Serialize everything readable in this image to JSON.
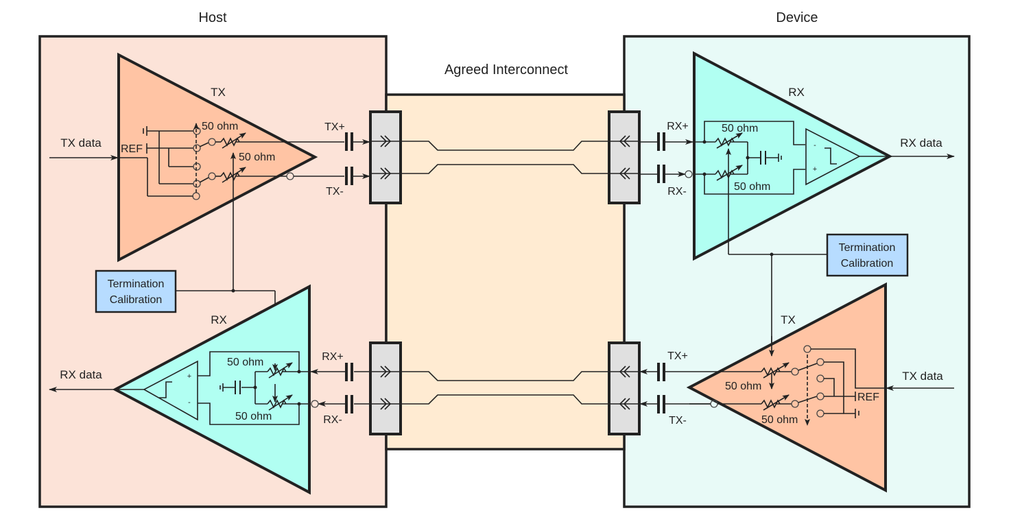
{
  "labels": {
    "host": "Host",
    "device": "Device",
    "interconnect": "Agreed Interconnect"
  },
  "host": {
    "tx": {
      "title": "TX",
      "input_label": "TX data",
      "ref_label": "REF",
      "res_top": "50 ohm",
      "res_bottom": "50 ohm",
      "pin_plus": "TX+",
      "pin_minus": "TX-"
    },
    "rx": {
      "title": "RX",
      "output_label": "RX data",
      "res_top": "50 ohm",
      "res_bottom": "50 ohm",
      "pin_plus": "RX+",
      "pin_minus": "RX-",
      "comp_plus": "+",
      "comp_minus": "-"
    },
    "calibration": {
      "line1": "Termination",
      "line2": "Calibration"
    }
  },
  "device": {
    "rx": {
      "title": "RX",
      "output_label": "RX data",
      "res_top": "50 ohm",
      "res_bottom": "50 ohm",
      "pin_plus": "RX+",
      "pin_minus": "RX-",
      "comp_plus": "+",
      "comp_minus": "-"
    },
    "tx": {
      "title": "TX",
      "input_label": "TX data",
      "ref_label": "REF",
      "res_top": "50 ohm",
      "res_bottom": "50 ohm",
      "pin_plus": "TX+",
      "pin_minus": "TX-"
    },
    "calibration": {
      "line1": "Termination",
      "line2": "Calibration"
    }
  },
  "colors": {
    "host_bg": "#fce3d8",
    "device_bg": "#e8faf7",
    "interconnect_bg": "#ffebd2",
    "tx_fill": "#ffc4a4",
    "rx_fill": "#b1fff2",
    "connector_fill": "#e0e0e0",
    "calibration_fill": "#b7dcff",
    "line": "#222222"
  }
}
